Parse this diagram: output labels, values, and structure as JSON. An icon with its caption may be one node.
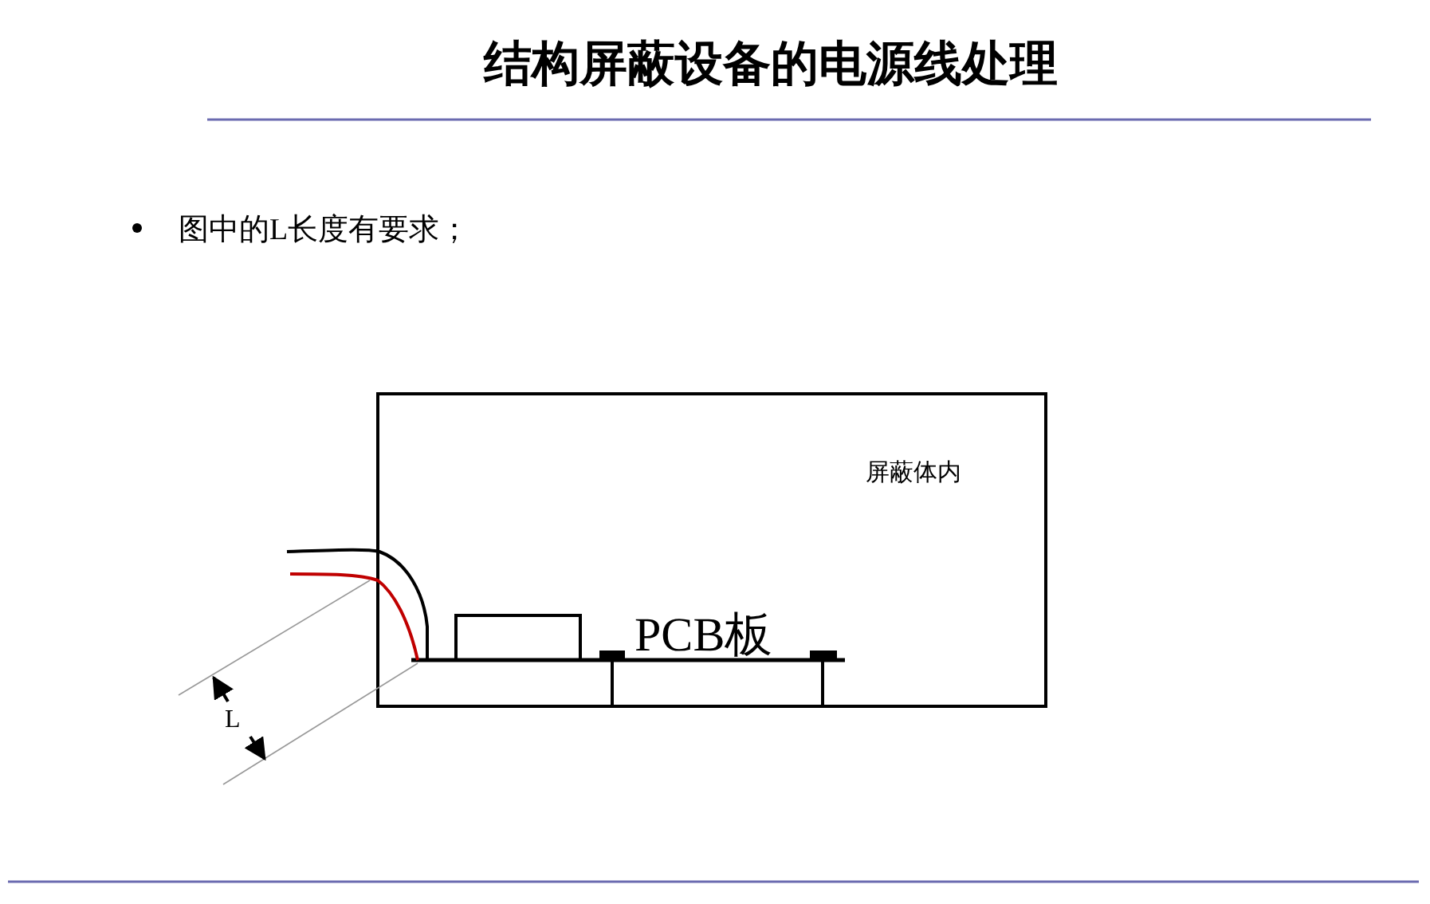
{
  "diagram": {
    "title": "结构屏蔽设备的电源线处理",
    "labels": [
      "图中的L长度有要求；",
      "屏蔽体内",
      "PCB板",
      "L"
    ]
  }
}
